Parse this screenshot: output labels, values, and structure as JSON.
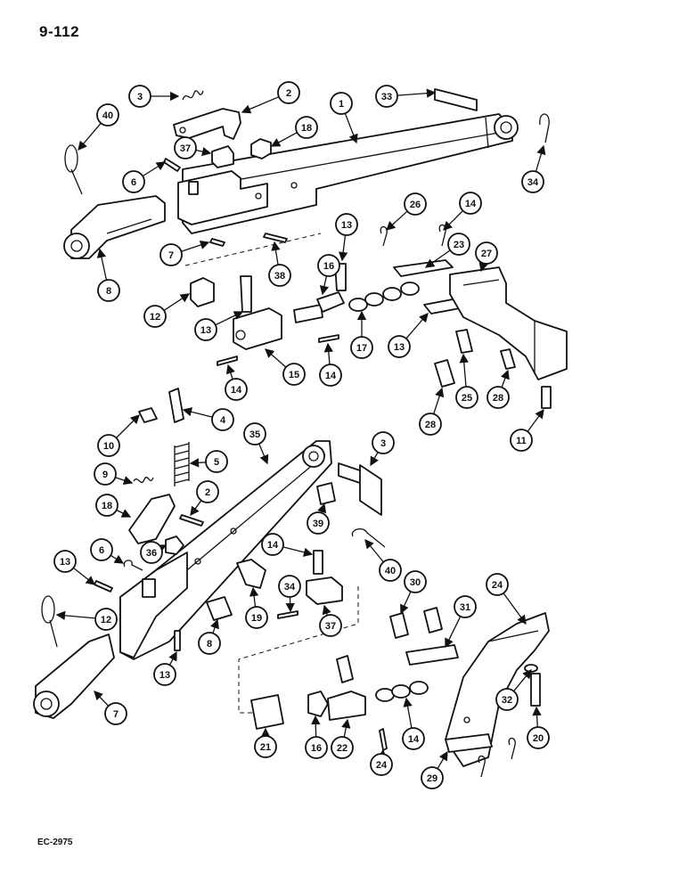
{
  "page_number": "9-112",
  "figure_code": "EC-2975",
  "callouts": [
    "40",
    "3",
    "2",
    "1",
    "33",
    "18",
    "37",
    "6",
    "34",
    "8",
    "7",
    "38",
    "13",
    "26",
    "14",
    "16",
    "23",
    "27",
    "12",
    "13",
    "17",
    "15",
    "14",
    "14",
    "13",
    "25",
    "28",
    "28",
    "11",
    "10",
    "4",
    "35",
    "3",
    "9",
    "5",
    "2",
    "18",
    "36",
    "39",
    "6",
    "13",
    "14",
    "34",
    "40",
    "12",
    "19",
    "37",
    "8",
    "7",
    "13",
    "30",
    "24",
    "31",
    "32",
    "20",
    "21",
    "16",
    "22",
    "14",
    "24",
    "29"
  ]
}
